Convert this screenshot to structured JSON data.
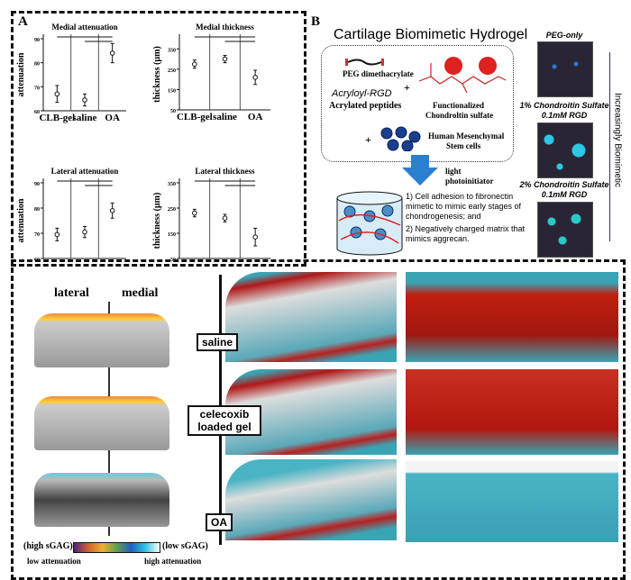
{
  "panel_a": {
    "label": "A"
  },
  "panel_b": {
    "label": "B",
    "title": "Cartilage Biomimetic Hydrogel",
    "peg": "PEG dimethacrylate",
    "rgd": "Acryloyl-RGD",
    "rgd_sub": "Acrylated peptides",
    "cs": "Functionalized",
    "cs2": "Chondroltin sulfate",
    "cells": "Human Mesenchymal",
    "cells2": "Stem cells",
    "plus": "+",
    "light": "light",
    "photo": "photoinitiator",
    "point1": "1) Cell adhesion to fibronectin mimetic to mimic early stages of chondrogenesis; and",
    "point2": "2) Negatively charged matrix that mimics aggrecan.",
    "micro_labels": [
      "PEG-only",
      "1% Chondroitin Sulfate",
      "0.1mM RGD",
      "2% Chondroitin Sulfate",
      "0.1mM RGD"
    ],
    "arrow_label": "Increasingly Biomimetic"
  },
  "panel_c": {
    "lateral": "lateral",
    "medial": "medial",
    "groups": [
      "saline",
      "celecoxib loaded gel",
      "OA"
    ],
    "colorbar_left": "(high sGAG)",
    "colorbar_right": "(low sGAG)",
    "low_att": "low attenuation",
    "high_att": "high attenuation"
  },
  "chart_data": [
    {
      "type": "scatter",
      "title": "Medial attenuation",
      "ylabel": "attenuation",
      "categories": [
        "CLB-gel",
        "saline",
        "OA"
      ],
      "values": [
        67,
        64.5,
        84
      ],
      "errors": [
        3.5,
        2.5,
        4
      ],
      "ylim": [
        60,
        90
      ],
      "yticks": [
        60,
        70,
        80,
        90
      ]
    },
    {
      "type": "scatter",
      "title": "Medial thickness",
      "ylabel": "thickness (µm)",
      "categories": [
        "CLB-gel",
        "saline",
        "OA"
      ],
      "values": [
        275,
        300,
        210
      ],
      "errors": [
        20,
        18,
        35
      ],
      "ylim": [
        50,
        400
      ],
      "yticks": [
        50,
        150,
        250,
        350
      ]
    },
    {
      "type": "scatter",
      "title": "Lateral attenuation",
      "ylabel": "attenuation",
      "categories": [
        "CLB-gel",
        "saline",
        "OA"
      ],
      "values": [
        69.5,
        70.5,
        79
      ],
      "errors": [
        2.5,
        2.2,
        3
      ],
      "ylim": [
        60,
        90
      ],
      "yticks": [
        60,
        70,
        80,
        90
      ]
    },
    {
      "type": "scatter",
      "title": "Lateral thickness",
      "ylabel": "thickness (µm)",
      "categories": [
        "CLB-gel",
        "saline",
        "OA"
      ],
      "values": [
        230,
        210,
        135
      ],
      "errors": [
        15,
        15,
        35
      ],
      "ylim": [
        50,
        350
      ],
      "yticks": [
        50,
        150,
        250,
        350
      ]
    }
  ]
}
